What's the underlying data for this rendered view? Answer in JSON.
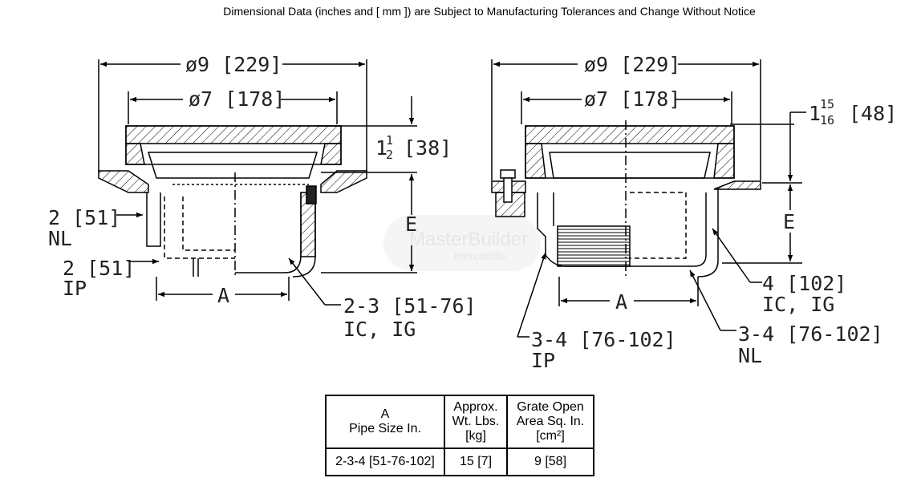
{
  "notice": "Dimensional Data (inches and [ mm ]) are Subject to Manufacturing Tolerances and Change Without Notice",
  "left_drawing": {
    "dia_outer": "ø9 [229]",
    "dia_inner": "ø7 [178]",
    "depth": "1½ [38]",
    "depth_whole": "1",
    "depth_num": "1",
    "depth_den": "2",
    "depth_mm": "[38]",
    "e_label": "E",
    "nl_size": "2 [51]",
    "nl_tag": "NL",
    "ip_size": "2 [51]",
    "ip_tag": "IP",
    "a_label": "A",
    "ic_size": "2-3 [51-76]",
    "ic_tag": "IC, IG"
  },
  "right_drawing": {
    "dia_outer": "ø9 [229]",
    "dia_inner": "ø7 [178]",
    "depth_whole": "1",
    "depth_num": "15",
    "depth_den": "16",
    "depth_mm": "[48]",
    "e_label": "E",
    "ic_size": "4 [102]",
    "ic_tag": "IC, IG",
    "a_label": "A",
    "ip_size": "3-4 [76-102]",
    "ip_tag": "IP",
    "nl_size": "3-4 [76-102]",
    "nl_tag": "NL"
  },
  "watermark": {
    "line1": "MasterBuilder",
    "line2": "mercantile"
  },
  "table": {
    "headers": [
      [
        "A",
        "Pipe Size In."
      ],
      [
        "Approx.",
        "Wt. Lbs.",
        "[kg]"
      ],
      [
        "Grate Open",
        "Area Sq. In.",
        "[cm²]"
      ]
    ],
    "row": [
      "2-3-4 [51-76-102]",
      "15 [7]",
      "9 [58]"
    ]
  }
}
